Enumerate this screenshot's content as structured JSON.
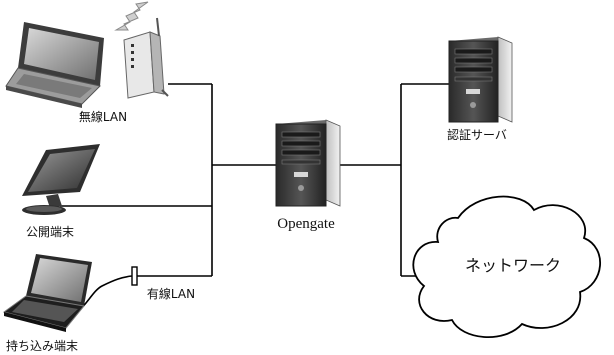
{
  "nodes": {
    "wireless_lan": {
      "label": "無線LAN"
    },
    "public_terminal": {
      "label": "公開端末"
    },
    "byod_terminal": {
      "label": "持ち込み端末"
    },
    "wired_lan": {
      "label": "有線LAN"
    },
    "gateway": {
      "label": "Opengate"
    },
    "auth_server": {
      "label": "認証サーバ"
    },
    "network": {
      "label": "ネットワーク"
    }
  }
}
